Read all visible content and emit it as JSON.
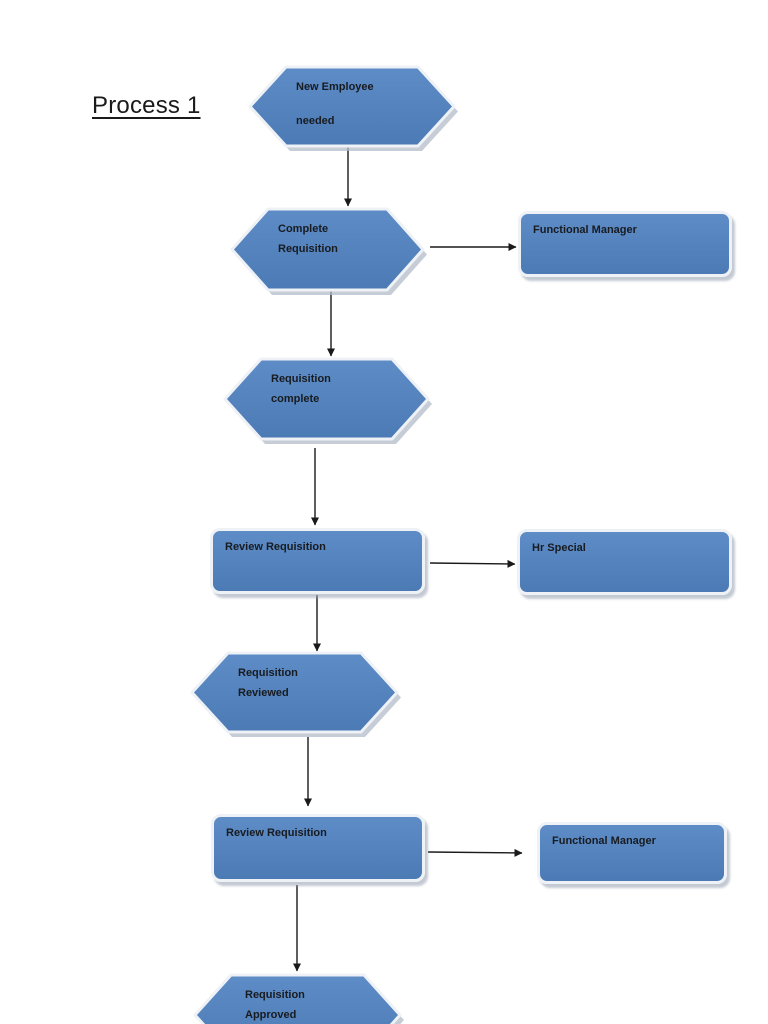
{
  "title": {
    "text": "Process 1"
  },
  "diagram": {
    "nodes": [
      {
        "id": "new-employee-needed",
        "type": "hexagon",
        "lines": [
          "New Employee",
          "needed"
        ]
      },
      {
        "id": "complete-requisition",
        "type": "hexagon",
        "lines": [
          "Complete",
          "Requisition"
        ]
      },
      {
        "id": "functional-manager-1",
        "type": "rounded-rect",
        "lines": [
          "Functional Manager"
        ]
      },
      {
        "id": "requisition-complete",
        "type": "hexagon",
        "lines": [
          "Requisition",
          "complete"
        ]
      },
      {
        "id": "review-requisition-1",
        "type": "rounded-rect",
        "lines": [
          "Review Requisition"
        ]
      },
      {
        "id": "hr-special",
        "type": "rounded-rect",
        "lines": [
          "Hr Special"
        ]
      },
      {
        "id": "requisition-reviewed",
        "type": "hexagon",
        "lines": [
          "Requisition",
          "Reviewed"
        ]
      },
      {
        "id": "review-requisition-2",
        "type": "rounded-rect",
        "lines": [
          "Review Requisition"
        ]
      },
      {
        "id": "functional-manager-2",
        "type": "rounded-rect",
        "lines": [
          "Functional Manager"
        ]
      },
      {
        "id": "requisition-approved",
        "type": "hexagon",
        "lines": [
          "Requisition",
          "Approved"
        ]
      }
    ],
    "edges": [
      {
        "from": "new-employee-needed",
        "to": "complete-requisition"
      },
      {
        "from": "complete-requisition",
        "to": "functional-manager-1"
      },
      {
        "from": "complete-requisition",
        "to": "requisition-complete"
      },
      {
        "from": "requisition-complete",
        "to": "review-requisition-1"
      },
      {
        "from": "review-requisition-1",
        "to": "hr-special"
      },
      {
        "from": "review-requisition-1",
        "to": "requisition-reviewed"
      },
      {
        "from": "requisition-reviewed",
        "to": "review-requisition-2"
      },
      {
        "from": "review-requisition-2",
        "to": "functional-manager-2"
      },
      {
        "from": "review-requisition-2",
        "to": "requisition-approved"
      }
    ],
    "colors": {
      "shape_fill": "#4f81bd",
      "shape_border": "#eef1f5",
      "shape_shadow": "#b3bcc9",
      "shape_text": "#181b20",
      "connector": "#1a1a1a",
      "page_background": "#ffffff"
    }
  }
}
